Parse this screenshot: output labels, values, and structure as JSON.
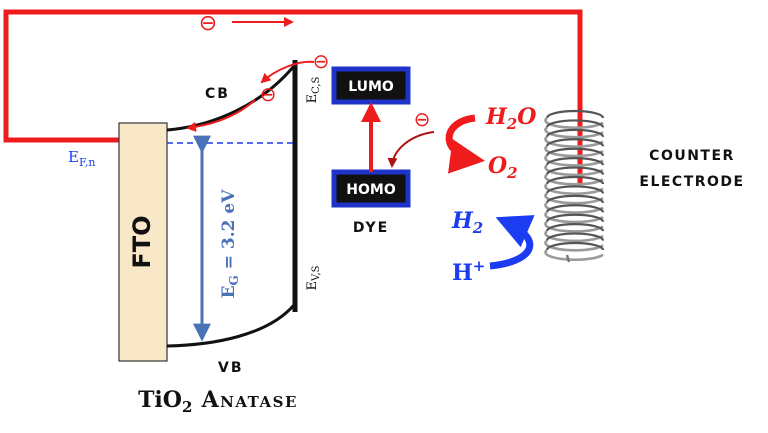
{
  "labels": {
    "fto": "FTO",
    "cb": "CB",
    "vb": "VB",
    "ef_main": "E",
    "ef_sub": "F,n",
    "ec_main": "E",
    "ec_sub": "C,S",
    "ev_main": "E",
    "ev_sub": "V,S",
    "bandgap_main": "E",
    "bandgap_sub": "G",
    "bandgap_value": " = 3.2 eV",
    "lumo": "LUMO",
    "homo": "HOMO",
    "dye": "DYE",
    "water_main": "H",
    "water_sub": "2",
    "water_tail": "O",
    "oxygen_main": "O",
    "oxygen_sub": "2",
    "hydrogen_main": "H",
    "hydrogen_sub": "2",
    "proton_main": "H",
    "proton_sup": "+",
    "counter_line1": "COUNTER",
    "counter_line2": "ELECTRODE",
    "tio2_main": "TiO",
    "tio2_sub": "2",
    "tio2_tail": " Anatase",
    "electron_symbol": "⊖"
  },
  "colors": {
    "circuit_red": "#ee1c1c",
    "blue": "#1b3cf0",
    "dark_red": "#b01010",
    "fto_fill": "#f8e8c8",
    "orbital_box": "#1e33c8"
  }
}
